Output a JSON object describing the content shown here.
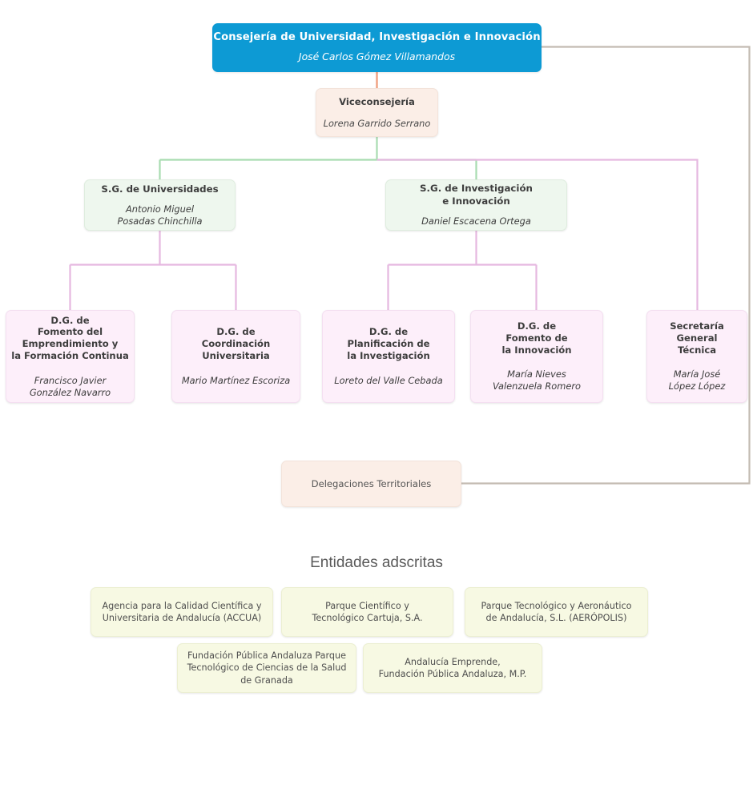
{
  "org_chart": {
    "root": {
      "id": "consejeria",
      "title": "Consejería de Universidad, Investigación e Innovación",
      "person": "José Carlos Gómez Villamandos"
    },
    "viceconsejeria": {
      "id": "viceconsejeria",
      "title": "Viceconsejería",
      "person": "Lorena Garrido Serrano"
    },
    "subdirecciones": [
      {
        "id": "sg-universidades",
        "title": "S.G. de Universidades",
        "person": "Antonio Miguel\nPosadas Chinchilla"
      },
      {
        "id": "sg-investigacion-innovacion",
        "title": "S.G. de Investigación\ne Innovación",
        "person": "Daniel Escacena Ortega"
      }
    ],
    "direcciones_generales": [
      {
        "id": "dg-fomento-emprendimiento",
        "title": "D.G. de\nFomento del\nEmprendimiento y\nla Formación Continua",
        "person": "Francisco Javier\nGonzález Navarro",
        "parent": "sg-universidades"
      },
      {
        "id": "dg-coordinacion-universitaria",
        "title": "D.G. de\nCoordinación\nUniversitaria",
        "person": "Mario Martínez Escoriza",
        "parent": "sg-universidades"
      },
      {
        "id": "dg-planificacion-investigacion",
        "title": "D.G. de\nPlanificación de\nla Investigación",
        "person": "Loreto del Valle Cebada",
        "parent": "sg-investigacion-innovacion"
      },
      {
        "id": "dg-fomento-innovacion",
        "title": "D.G. de\nFomento de\nla Innovación",
        "person": "María Nieves\nValenzuela Romero",
        "parent": "sg-investigacion-innovacion"
      },
      {
        "id": "secretaria-general-tecnica",
        "title": "Secretaría\nGeneral\nTécnica",
        "person": "María José\nLópez López",
        "parent": "viceconsejeria"
      }
    ],
    "delegaciones": {
      "id": "delegaciones-territoriales",
      "label": "Delegaciones Territoriales"
    },
    "entidades_adscritas": {
      "heading": "Entidades adscritas",
      "items": [
        {
          "id": "accua",
          "label": "Agencia para la Calidad Científica y\nUniversitaria de Andalucía (ACCUA)"
        },
        {
          "id": "pct-cartuja",
          "label": "Parque Científico y\nTecnológico Cartuja, S.A."
        },
        {
          "id": "aeropolis",
          "label": "Parque Tecnológico y Aeronáutico\nde Andalucía, S.L. (AERÓPOLIS)"
        },
        {
          "id": "pts-granada",
          "label": "Fundación Pública Andaluza Parque\nTecnológico de Ciencias de la Salud\nde Granada"
        },
        {
          "id": "andalucia-emprende",
          "label": "Andalucía Emprende,\nFundación Pública Andaluza, M.P."
        }
      ]
    },
    "colors": {
      "root_bg": "#0d9ad4",
      "root_text": "#ffffff",
      "peach_bg": "#fbeee7",
      "green_bg": "#eef7ee",
      "pink_bg": "#fdeffa",
      "cream_bg": "#f7f9e3",
      "connector_orange": "#f0a080",
      "connector_green": "#a8dcb0",
      "connector_pink": "#e5b8e0",
      "connector_gray": "#c3bbb2"
    }
  }
}
